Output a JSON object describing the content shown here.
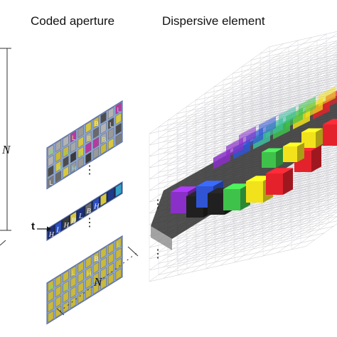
{
  "headers": {
    "coded_aperture": "Coded aperture",
    "dispersive_element": "Dispersive element"
  },
  "labels": {
    "n_left": "N",
    "n_bottom": "N",
    "t": "t",
    "ellipsis": "⋮"
  },
  "mask_letters": {
    "top_panel": [
      "H",
      "L",
      "B",
      "L",
      "H",
      "B",
      "L",
      "H",
      "L",
      "B",
      "L",
      "H"
    ],
    "strip": [
      "H",
      "L",
      "H",
      "B",
      "L",
      "B",
      "H"
    ],
    "bottom_panel": [
      "H",
      "L",
      "B",
      "L",
      "B",
      "H"
    ]
  },
  "colors": {
    "purple": "#8b2fc9",
    "blue": "#2f55d4",
    "teal": "#3ec0a0",
    "green": "#3fc24a",
    "yellow": "#f2e21c",
    "red": "#e4222c",
    "dark": "#202020",
    "mask_blue": "#8aa3cf",
    "mask_border": "#5a6fa6"
  }
}
